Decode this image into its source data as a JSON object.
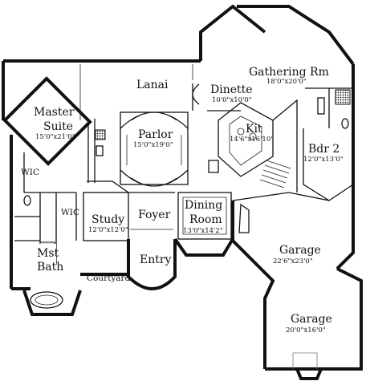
{
  "rooms": {
    "lanai": {
      "name": "Lanai"
    },
    "gathering": {
      "name": "Gathering Rm",
      "dim": "18'0\"x20'0\""
    },
    "dinette": {
      "name": "Dinette",
      "dim": "10'0\"x10'0\""
    },
    "master": {
      "name1": "Master",
      "name2": "Suite",
      "dim": "15'0\"x21'0\""
    },
    "parlor": {
      "name": "Parlor",
      "dim": "15'0\"x19'0\""
    },
    "kit": {
      "name": "Kit",
      "dim": "14'6\"x16'10\""
    },
    "bdr2": {
      "name": "Bdr 2",
      "dim": "12'0\"x13'0\""
    },
    "wic1": {
      "name": "WIC"
    },
    "wic2": {
      "name": "WIC"
    },
    "study": {
      "name": "Study",
      "dim": "12'0\"x12'0\""
    },
    "foyer": {
      "name": "Foyer"
    },
    "dining": {
      "name1": "Dining",
      "name2": "Room",
      "dim": "13'0\"x14'2\""
    },
    "entry": {
      "name": "Entry"
    },
    "mbath": {
      "name1": "Mst",
      "name2": "Bath"
    },
    "courtyard": {
      "name": "Courtyard"
    },
    "garage1": {
      "name": "Garage",
      "dim": "22'6\"x23'0\""
    },
    "garage2": {
      "name": "Garage",
      "dim": "20'0\"x16'0\""
    }
  }
}
